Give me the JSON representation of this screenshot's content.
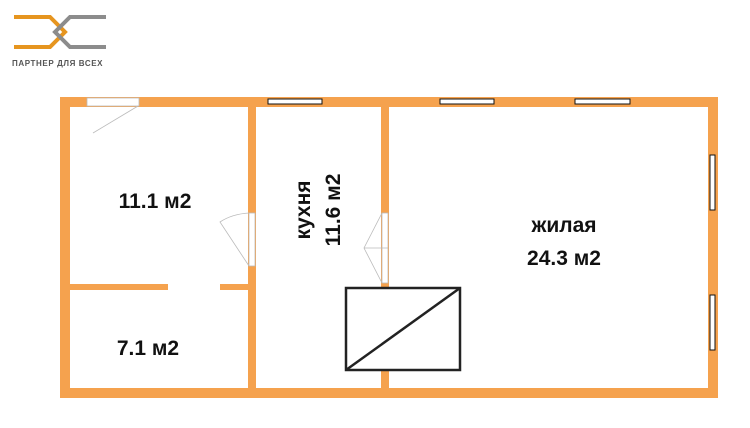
{
  "logo": {
    "text": "ПАРТНЕР ДЛЯ ВСЕХ"
  },
  "colors": {
    "wall": "#F5A24E",
    "logo_orange": "#E6951F",
    "logo_gray": "#8C8C8C"
  },
  "rooms": [
    {
      "label": "",
      "area": "11.1 м2"
    },
    {
      "label": "",
      "area": "7.1 м2"
    },
    {
      "label": "кухня",
      "area": "11.6 м2"
    },
    {
      "label": "жилая",
      "area": "24.3 м2"
    }
  ]
}
